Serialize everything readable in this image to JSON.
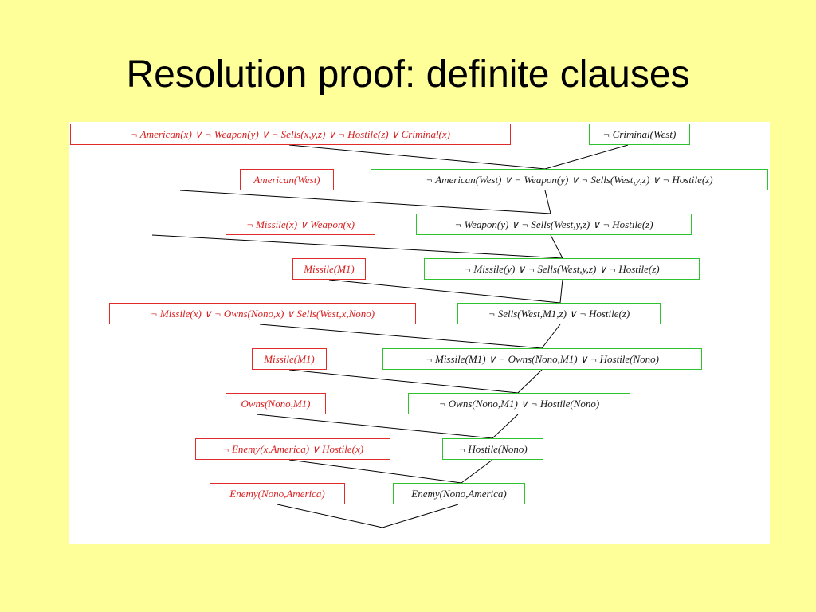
{
  "slide": {
    "title": "Resolution proof: definite clauses"
  },
  "colors": {
    "background": "#ffff99",
    "panel": "#ffffff",
    "kb_clause": "#e02b2b",
    "resolvent": "#2ec32e",
    "edge": "#000000"
  },
  "proof": {
    "kb_clauses": [
      "¬ American(x)   ∨ ¬ Weapon(y)   ∨ ¬ Sells(x,y,z)    ∨ ¬ Hostile(z)   ∨ Criminal(x)",
      "American(West)",
      "¬ Missile(x)   ∨ Weapon(x)",
      "Missile(M1)",
      "¬ Missile(x)   ∨ ¬ Owns(Nono,x)   ∨ Sells(West,x,Nono)",
      "Missile(M1)",
      "Owns(Nono,M1)",
      "¬ Enemy(x,America)   ∨ Hostile(x)",
      "Enemy(Nono,America)"
    ],
    "goal_chain": [
      "¬ Criminal(West)",
      "¬ American(West)   ∨ ¬ Weapon(y)   ∨ ¬ Sells(West,y,z)    ∨ ¬ Hostile(z)",
      "¬ Weapon(y)   ∨ ¬ Sells(West,y,z)    ∨ ¬ Hostile(z)",
      "¬ Missile(y)   ∨ ¬ Sells(West,y,z)    ∨ ¬ Hostile(z)",
      "¬ Sells(West,M1,z)    ∨ ¬ Hostile(z)",
      "¬ Missile(M1)   ∨ ¬ Owns(Nono,M1)   ∨ ¬ Hostile(Nono)",
      "¬ Owns(Nono,M1)    ∨ ¬ Hostile(Nono)",
      "¬ Hostile(Nono)",
      "Enemy(Nono,America)",
      ""
    ]
  }
}
